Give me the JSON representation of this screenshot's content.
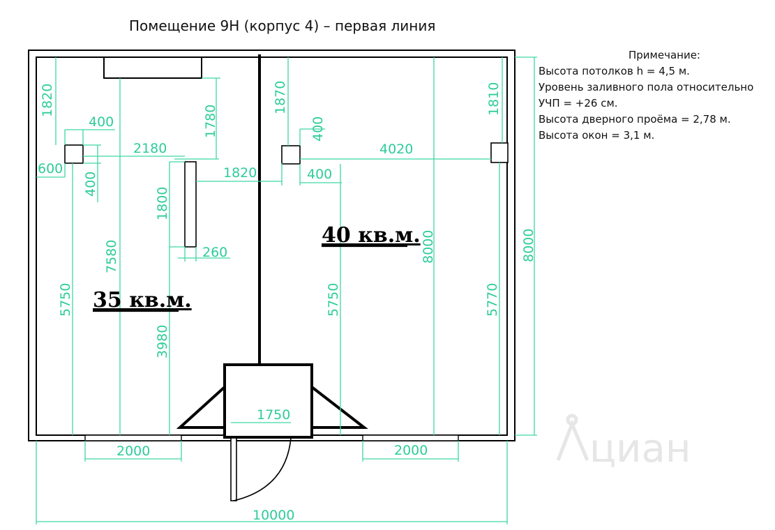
{
  "title": "Помещение 9Н (корпус 4) – первая линия",
  "notes": {
    "header": "Примечание:",
    "lines": [
      "Высота потолков h = 4,5 м.",
      "Уровень заливного пола относительно",
      "УЧП = +26 см.",
      "Высота дверного проёма = 2,78 м.",
      "Высота окон = 3,1 м."
    ]
  },
  "rooms": {
    "left_area": "35 кв.м.",
    "right_area": "40 кв.м."
  },
  "dimensions": {
    "d1820_top": "1820",
    "d400_a": "400",
    "d1780": "1780",
    "d2180": "2180",
    "d600": "600",
    "d400_b": "400",
    "d1820_mid": "1820",
    "d1800": "1800",
    "d260": "260",
    "d7580": "7580",
    "d5750_left": "5750",
    "d3980": "3980",
    "d1870": "1870",
    "d400_c": "400",
    "d4020": "4020",
    "d400_d": "400",
    "d1810": "1810",
    "d8000_inner": "8000",
    "d8000_outer": "8000",
    "d5750_right": "5750",
    "d5770": "5770",
    "d1750": "1750",
    "d2000_left": "2000",
    "d2000_right": "2000",
    "d10000": "10000"
  },
  "colors": {
    "dimension": "#3fd6a6",
    "wall": "#000000"
  },
  "watermark": "циан"
}
